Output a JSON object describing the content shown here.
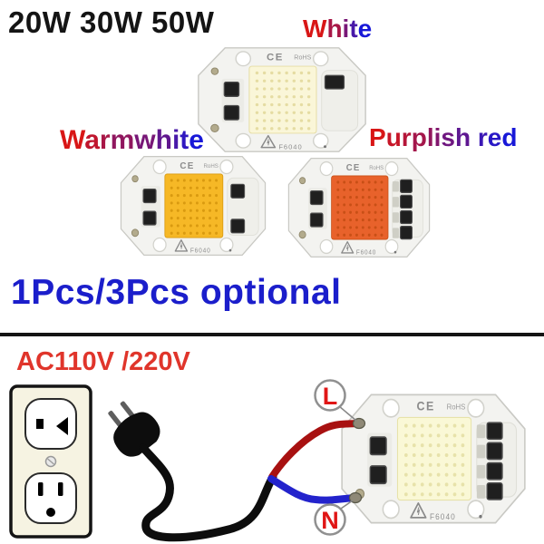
{
  "headings": {
    "wattage": "20W 30W 50W",
    "pcs": "1Pcs/3Pcs optional",
    "voltage": "AC110V /220V"
  },
  "variants": [
    {
      "label": "White"
    },
    {
      "label": "Warmwhite"
    },
    {
      "label": "Purplish red"
    }
  ],
  "terminals": {
    "live": "L",
    "neutral": "N"
  },
  "chip_markings": {
    "ce": "CE",
    "rohs": "RoHS",
    "model": "F6040"
  },
  "chips": [
    {
      "name": "cob-chip-white",
      "variant": "White",
      "emitter": "#FAF6D8",
      "dots": "#E5DCA2",
      "right_components": 1
    },
    {
      "name": "cob-chip-warmwhite",
      "variant": "Warmwhite",
      "emitter": "#F6B826",
      "dots": "#D99A10",
      "right_components": 2
    },
    {
      "name": "cob-chip-purplish-red",
      "variant": "Purplish red",
      "emitter": "#E8622B",
      "dots": "#C84F16",
      "right_components": 4
    },
    {
      "name": "cob-chip-wired",
      "variant": "White wired",
      "emitter": "#FAF8D6",
      "dots": "#E7E2AA",
      "right_components": 4
    }
  ],
  "colors": {
    "gradient_start": "#D81616",
    "gradient_end": "#1818D8",
    "pcs_blue": "#1B1ECB",
    "voltage_red": "#E0352B",
    "wire_live": "#A81111",
    "wire_neutral": "#2323CC",
    "cord": "#0D0D0D",
    "terminal_letter": "#E01616",
    "pcb": "#F3F3F0"
  }
}
